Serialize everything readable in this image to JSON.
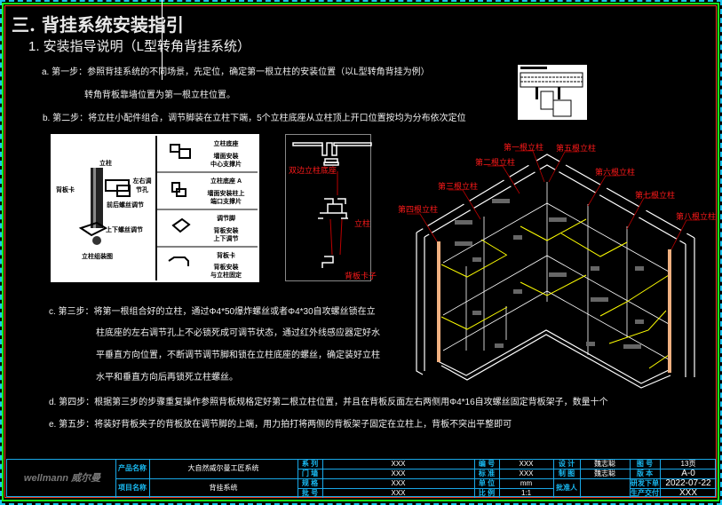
{
  "heading": "三. 背挂系统安装指引",
  "subheading": "1. 安装指导说明（L型转角背挂系统）",
  "steps": {
    "a1": "a. 第一步：参照背挂系统的不同场景，先定位，确定第一根立柱的安装位置（以L型转角背挂为例）",
    "a2": "转角背板靠墙位置为第一根立柱位置。",
    "b1": "b. 第二步：将立柱小配件组合，调节脚装在立柱下端，5个立柱底座从立柱顶上开口位置按均为分布依次定位",
    "c1": "c. 第三步：将第一根组合好的立柱，通过Φ4*50爆炸螺丝或者Φ4*30自攻螺丝锁在立",
    "c2": "柱底座的左右调节孔上不必锁死成可调节状态，通过红外线感应器定好水",
    "c3": "平垂直方向位置，不断调节调节脚和锁在立柱底座的螺丝，确定装好立柱",
    "c4": "水平和垂直方向后再锁死立柱螺丝。",
    "d1": "d. 第四步：根据第三步的步骤重复操作参照背板规格定好第二根立柱位置，并且在背板反面左右两侧用Φ4*16自攻螺丝固定背板架子，数量十个",
    "e1": "e. 第五步：将装好背板夹子的背板放在调节脚的上端，用力拍打将两侧的背板架子固定在立柱上，背板不突出平整即可"
  },
  "parts_figure": {
    "labels": {
      "post": "立柱",
      "lr_hole": "左右调节孔",
      "back_clip": "背板卡",
      "fb_screw": "前后螺丝调节",
      "ud_screw": "上下螺丝调节",
      "assembly": "立柱组装图"
    },
    "items": [
      {
        "name": "立柱底座",
        "desc1": "墙面安装",
        "desc2": "中心支撑片"
      },
      {
        "name": "立柱底座 A",
        "desc1": "墙面安装柱上",
        "desc2": "端口支撑片"
      },
      {
        "name": "调节脚",
        "desc1": "背板安装",
        "desc2": "上下调节"
      },
      {
        "name": "背板卡",
        "desc1": "背板安装",
        "desc2": "与立柱固定"
      }
    ]
  },
  "section_figure": {
    "base": "双边立柱底座",
    "post": "立柱",
    "clip": "背板卡子"
  },
  "iso_figure": {
    "posts": [
      "第一根立柱",
      "第二根立柱",
      "第三根立柱",
      "第四根立柱",
      "第五根立柱",
      "第六根立柱",
      "第七根立柱",
      "第八根立柱"
    ]
  },
  "title_block": {
    "logo": "wellmann 威尔曼",
    "product_label": "产品名称",
    "product_value": "大自然威尔曼工匠系统",
    "project_label": "项目名称",
    "project_value": "背挂系统",
    "series_label": "系 列",
    "series_value": "XXX",
    "door_label": "门 墙",
    "door_value": "XXX",
    "spec_label": "规 格",
    "spec_value": "XXX",
    "batch_label": "批 号",
    "batch_value": "XXX",
    "code_label": "编 号",
    "code_value": "XXX",
    "std_label": "标 准",
    "std_value": "XXX",
    "unit_label": "单 位",
    "unit_value": "mm",
    "scale_label": "比 例",
    "scale_value": "1:1",
    "design_label": "设 计",
    "design_value": "魏志聪",
    "draw_label": "制 图",
    "draw_value": "魏志聪",
    "approver_label": "批准人",
    "sheet_label": "图 号",
    "sheet_value": "13页",
    "version_label": "版 本",
    "version_value": "A-0",
    "rd_label": "研发下单",
    "rd_value": "2022-07-22",
    "prod_label": "生产交付",
    "prod_value": "XXX"
  }
}
